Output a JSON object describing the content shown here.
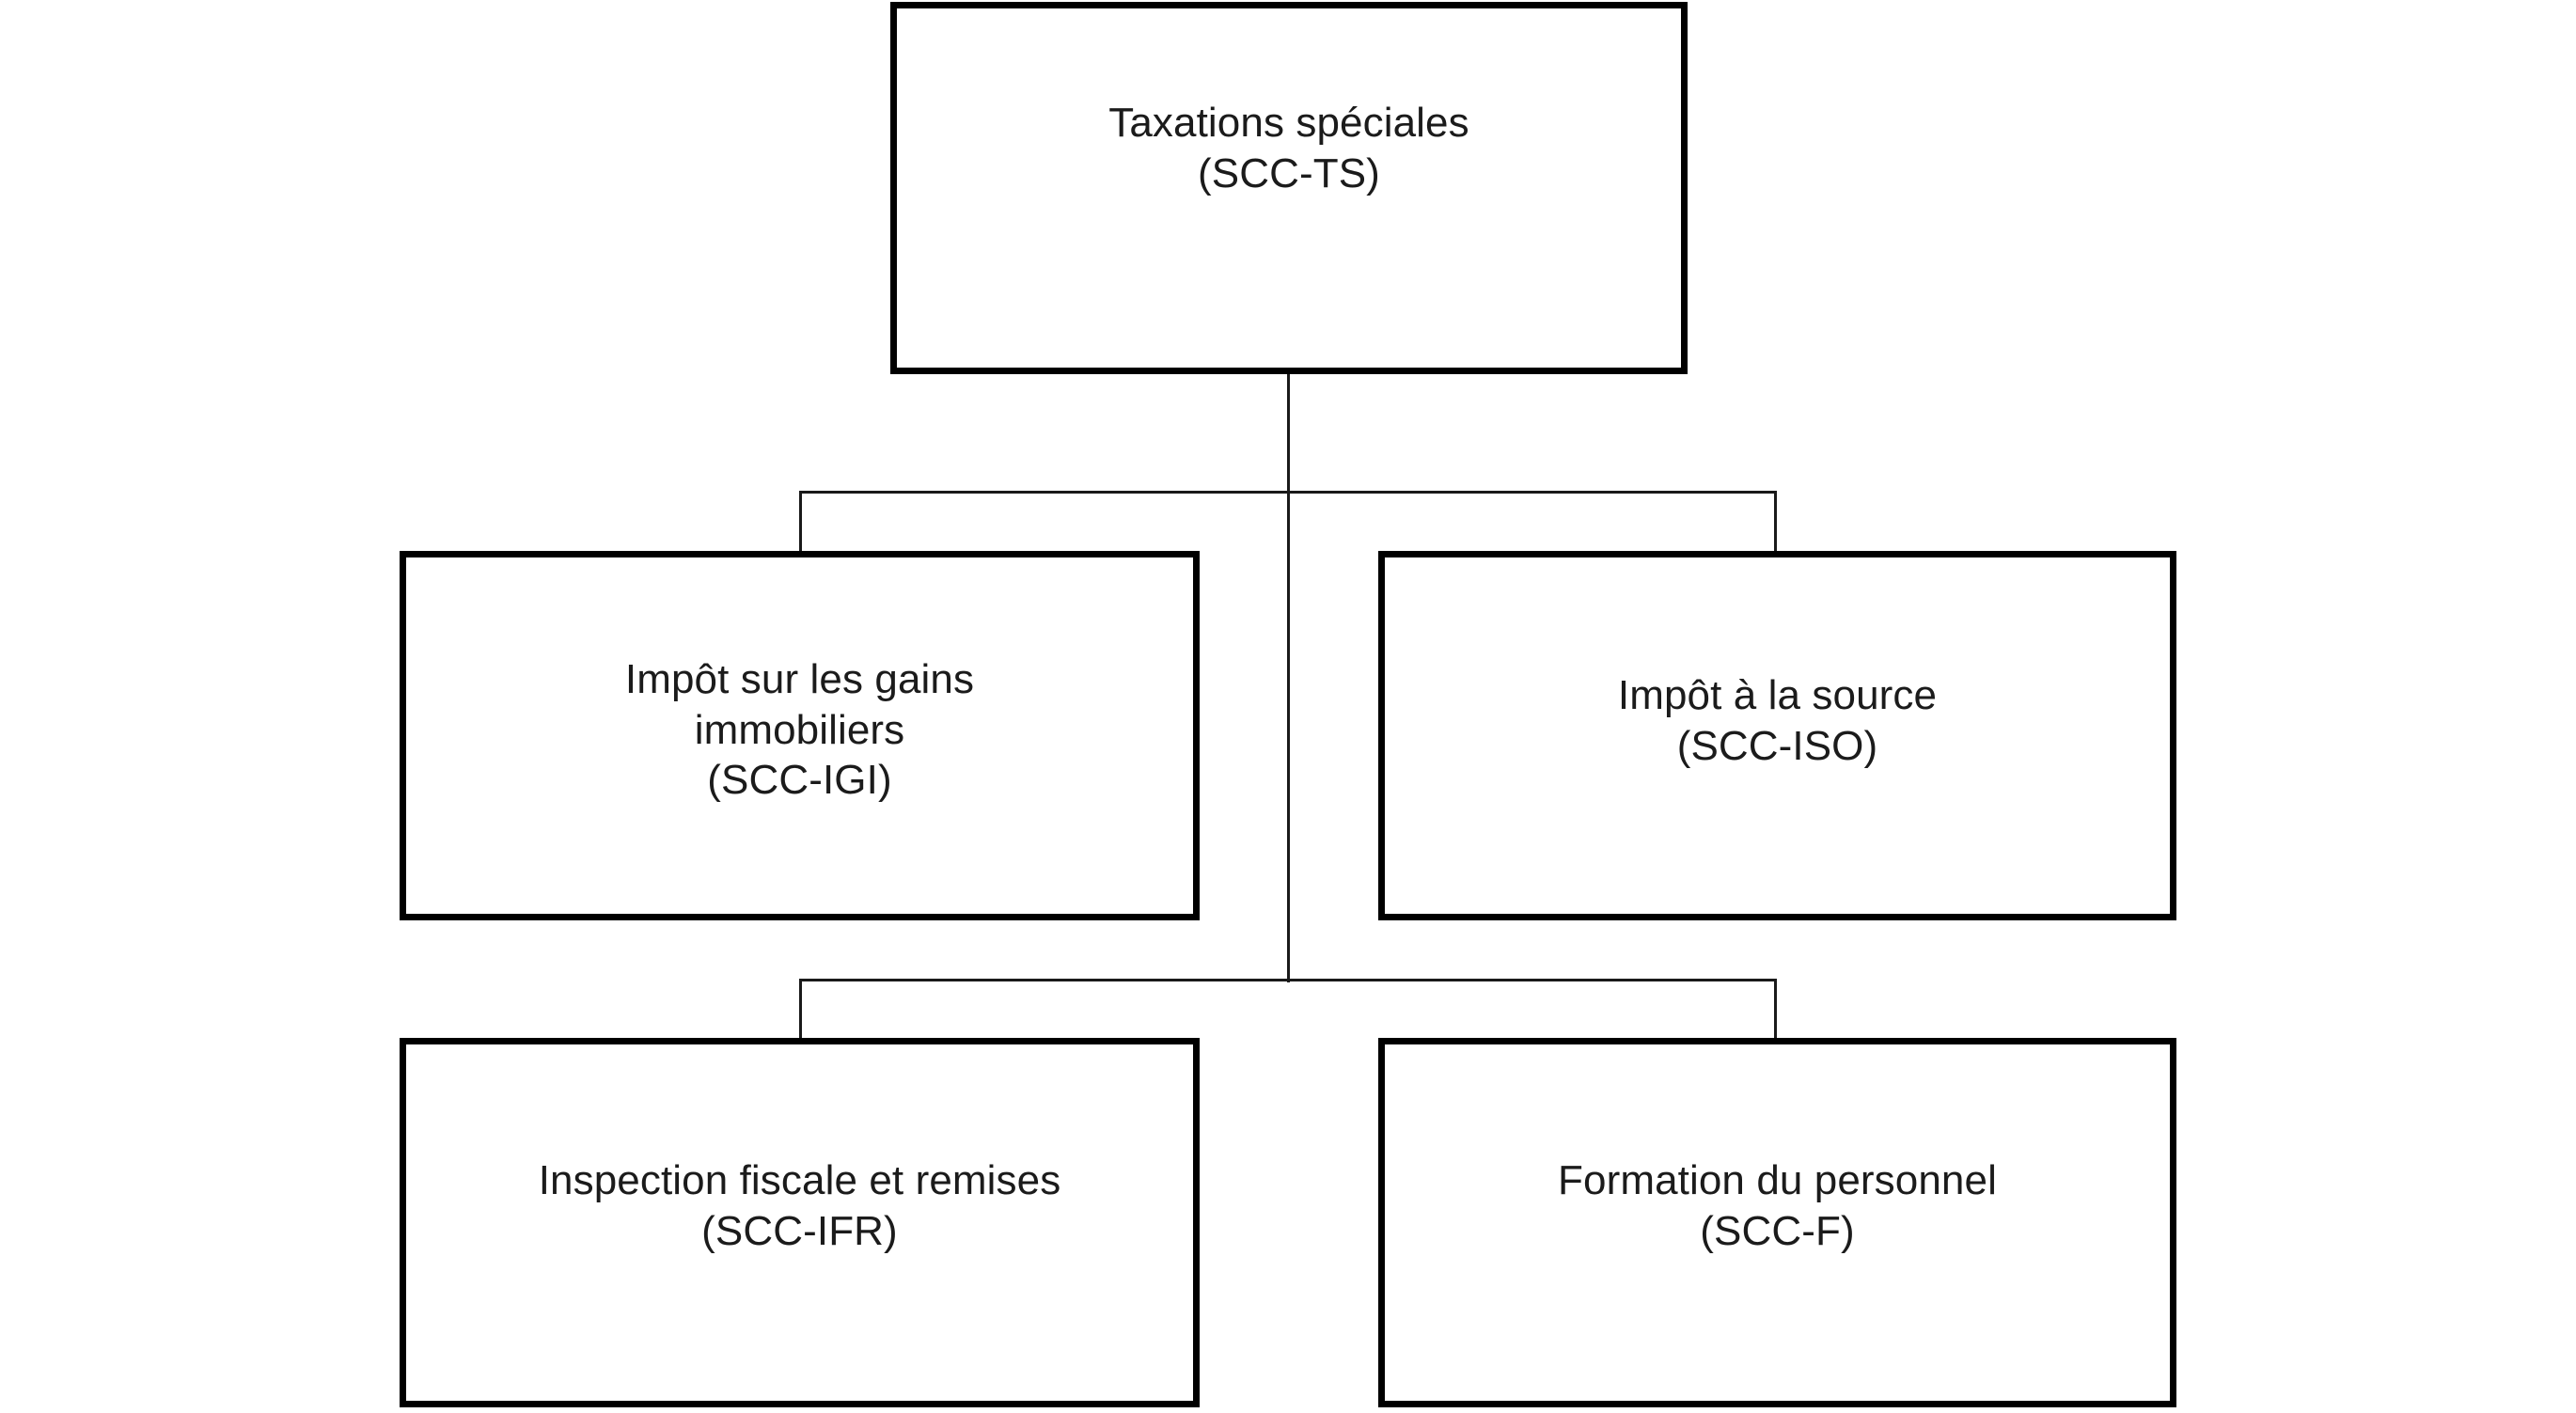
{
  "diagram": {
    "type": "organizational-chart",
    "orientation": "top-down",
    "language": "fr",
    "background_color": "#ffffff",
    "box_border_color": "#000000",
    "connector_color": "#1a1a1a",
    "text_color": "#1b1b1b"
  },
  "nodes": {
    "root": {
      "id": "SCC-TS",
      "title": "Taxations spéciales",
      "code": "(SCC-TS)",
      "label": "Taxations spéciales\n(SCC-TS)",
      "level": 1
    },
    "igi": {
      "id": "SCC-IGI",
      "title": "Impôt sur les gains immobiliers",
      "code": "(SCC-IGI)",
      "label": "Impôt sur les gains\nimmobiliers\n(SCC-IGI)",
      "level": 2
    },
    "iso": {
      "id": "SCC-ISO",
      "title": "Impôt à la source",
      "code": "(SCC-ISO)",
      "label": "Impôt à la source\n(SCC-ISO)",
      "level": 2
    },
    "ifr": {
      "id": "SCC-IFR",
      "title": "Inspection fiscale et remises",
      "code": "(SCC-IFR)",
      "label": "Inspection fiscale et remises\n(SCC-IFR)",
      "level": 3
    },
    "formation": {
      "id": "SCC-F",
      "title": "Formation du personnel",
      "code": "(SCC-F)",
      "label": "Formation du personnel\n(SCC-F)",
      "level": 3
    }
  },
  "edges": [
    {
      "from": "SCC-TS",
      "to": "SCC-IGI"
    },
    {
      "from": "SCC-TS",
      "to": "SCC-ISO"
    },
    {
      "from": "SCC-TS",
      "to": "SCC-IFR"
    },
    {
      "from": "SCC-TS",
      "to": "SCC-F"
    }
  ]
}
